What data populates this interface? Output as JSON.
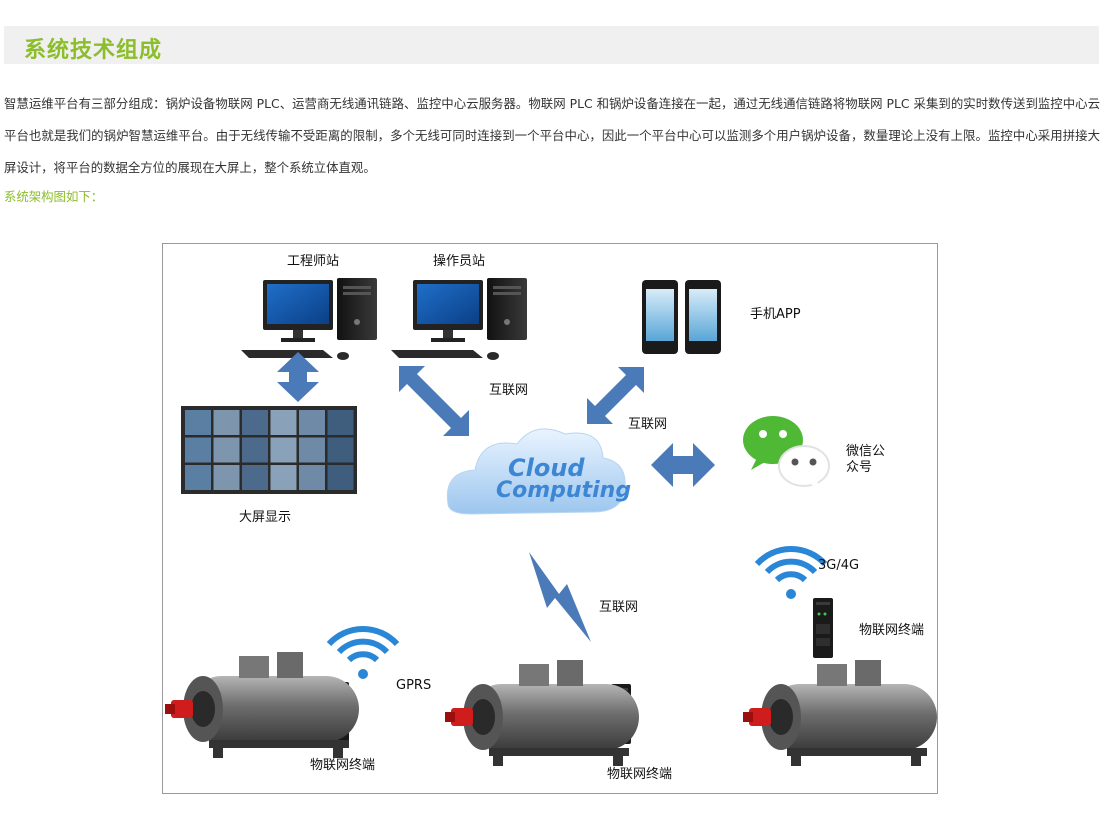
{
  "section": {
    "title": "系统技术组成"
  },
  "intro": {
    "paragraph": "智慧运维平台有三部分组成：锅炉设备物联网 PLC、运营商无线通讯链路、监控中心云服务器。物联网 PLC 和锅炉设备连接在一起，通过无线通信链路将物联网 PLC 采集到的实时数传送到监控中心云平台也就是我们的锅炉智慧运维平台。由于无线传输不受距离的限制，多个无线可同时连接到一个平台中心，因此一个平台中心可以监测多个用户锅炉设备，数量理论上没有上限。监控中心采用拼接大屏设计，将平台的数据全方位的展现在大屏上，整个系统立体直观。"
  },
  "diagram_intro": "系统架构图如下：",
  "diagram": {
    "labels": {
      "engineer_station": "工程师站",
      "operator_station": "操作员站",
      "mobile_app": "手机APP",
      "internet_left": "互联网",
      "internet_right": "互联网",
      "wechat": "微信公\n众号",
      "big_screen": "大屏显示",
      "cloud_line1": "Cloud",
      "cloud_line2": "Computing",
      "internet_bottom": "互联网",
      "network_3g4g": "3G/4G",
      "iot_terminal_right": "物联网终端",
      "gprs": "GPRS",
      "iot_terminal_left": "物联网终端",
      "iot_terminal_middle": "物联网终端"
    },
    "colors": {
      "arrow": "#4a7ab8",
      "wifi": "#2a86d6",
      "wechat_green": "#4fb936",
      "cloud": "#3d86d4",
      "boiler_body": "#8a8a8a",
      "accent_green": "#8cbd2a"
    }
  }
}
